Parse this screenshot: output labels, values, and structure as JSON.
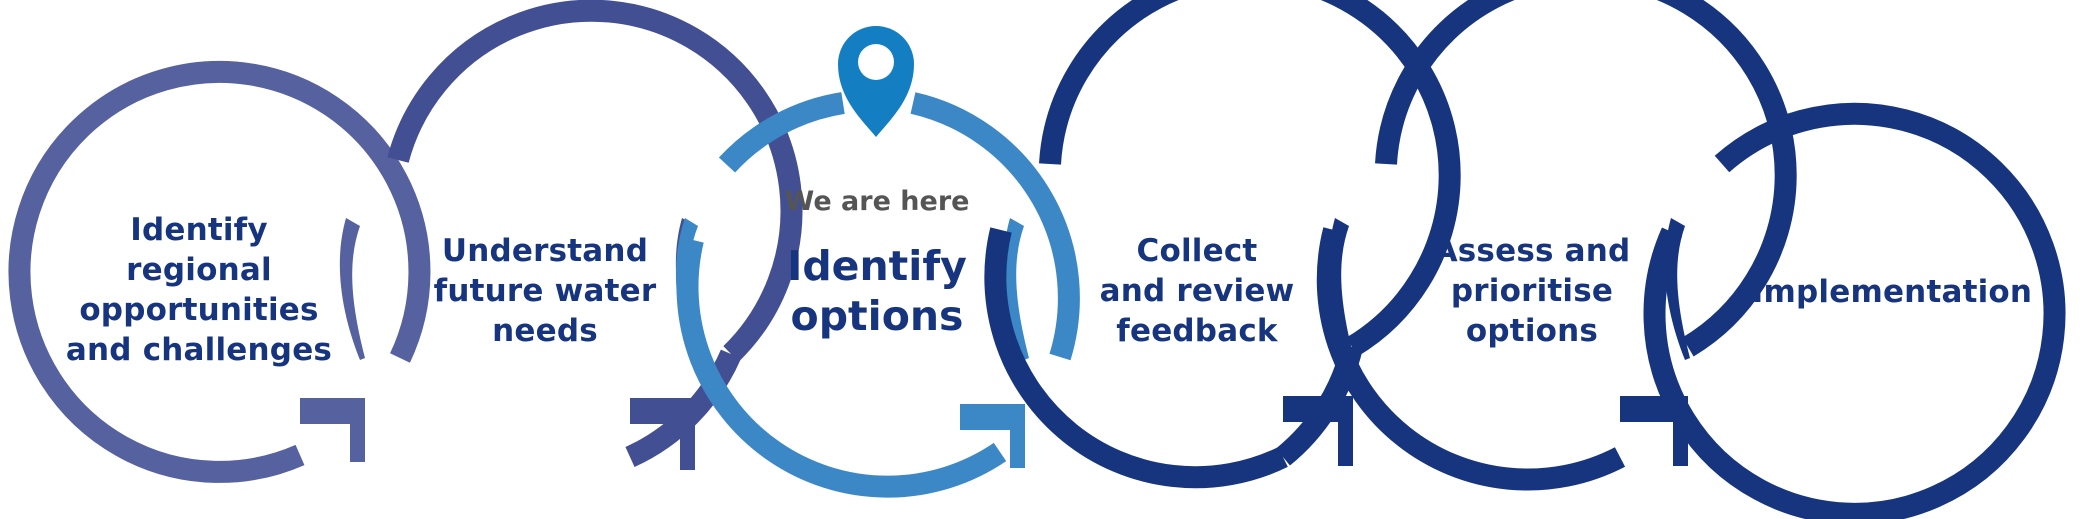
{
  "colors": {
    "background": "#ffffff",
    "step_1": "#5661a0",
    "step_2": "#434f93",
    "step_3_current": "#3c88c6",
    "steps_future": "#17357f",
    "label_text": "#17357f",
    "here_text": "#555555",
    "pin": "#137ec1"
  },
  "marker": {
    "text": "We are here",
    "icon": "map-pin-icon"
  },
  "steps": [
    {
      "label": "Identify\nregional\nopportunities\nand challenges",
      "status": "completed",
      "color": "#5661a0"
    },
    {
      "label": "Understand\nfuture water\nneeds",
      "status": "completed",
      "color": "#434f93"
    },
    {
      "label": "Identify\noptions",
      "status": "current",
      "color": "#3c88c6"
    },
    {
      "label": "Collect\nand review\nfeedback",
      "status": "upcoming",
      "color": "#17357f"
    },
    {
      "label": "Assess and\nprioritise\noptions",
      "status": "upcoming",
      "color": "#17357f"
    },
    {
      "label": "Implementation",
      "status": "upcoming",
      "color": "#17357f"
    }
  ]
}
